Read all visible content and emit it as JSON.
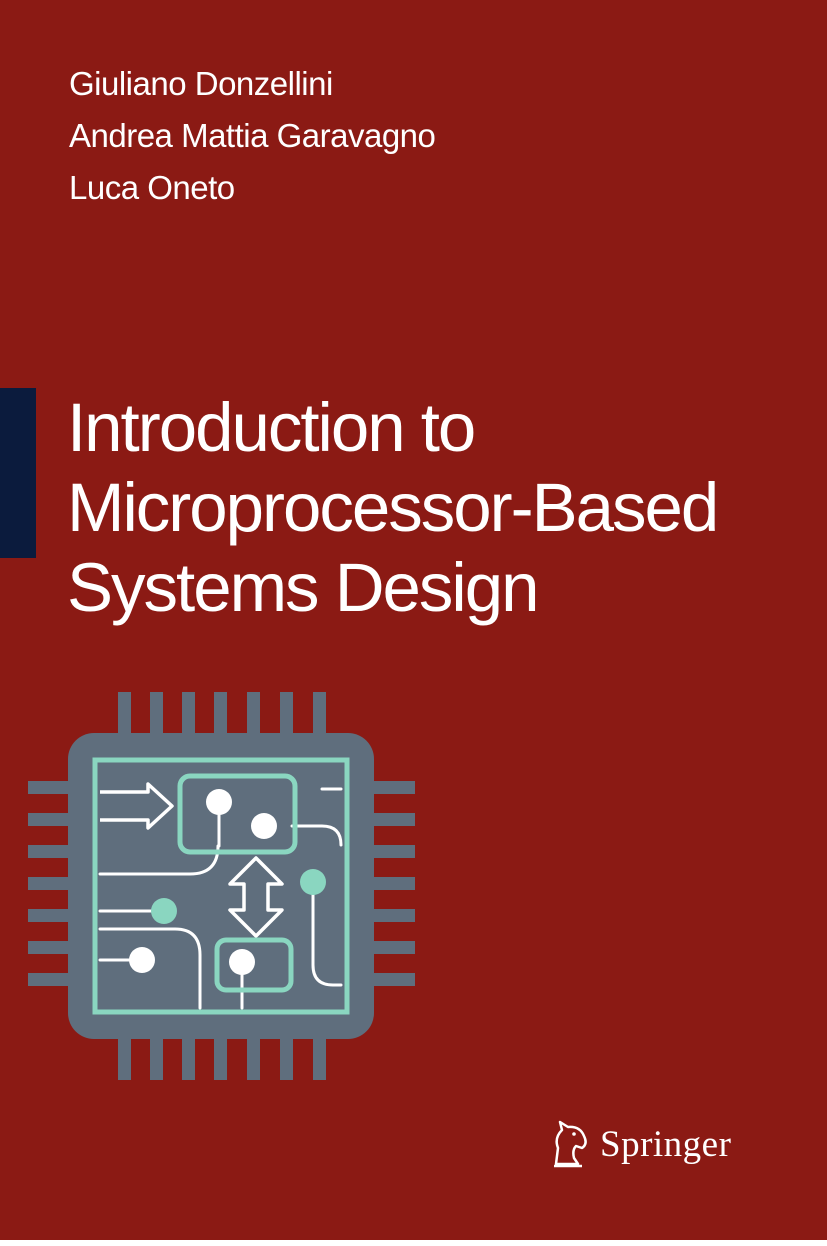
{
  "authors": [
    "Giuliano Donzellini",
    "Andrea Mattia Garavagno",
    "Luca Oneto"
  ],
  "title_lines": [
    "Introduction to",
    "Microprocessor-Based",
    "Systems Design"
  ],
  "publisher": {
    "name": "Springer",
    "logo_icon": "springer-horse-icon"
  },
  "colors": {
    "background": "#8b1a14",
    "side_bar": "#0b1b3d",
    "chip_body": "#5f6e7d",
    "chip_border": "#8ad6c0",
    "text": "#ffffff"
  },
  "illustration": {
    "icon": "microprocessor-chip-icon"
  }
}
